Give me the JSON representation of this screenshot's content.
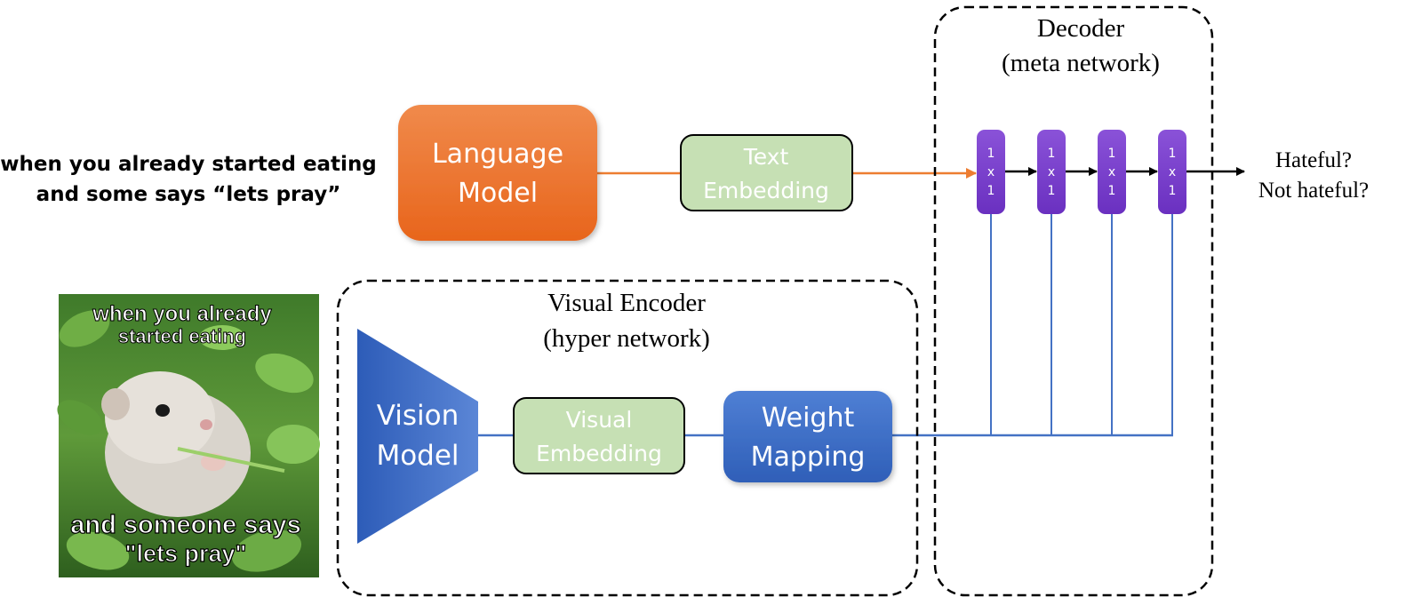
{
  "caption": {
    "line1": "when you already started eating",
    "line2": "and some says “lets pray”"
  },
  "language_model": {
    "line1": "Language",
    "line2": "Model"
  },
  "text_embedding": {
    "line1": "Text",
    "line2": "Embedding"
  },
  "decoder": {
    "title_line1": "Decoder",
    "title_line2": "(meta network)",
    "nodes": [
      {
        "r1": "1",
        "r2": "x",
        "r3": "1"
      },
      {
        "r1": "1",
        "r2": "x",
        "r3": "1"
      },
      {
        "r1": "1",
        "r2": "x",
        "r3": "1"
      },
      {
        "r1": "1",
        "r2": "x",
        "r3": "1"
      }
    ]
  },
  "output": {
    "line1": "Hateful?",
    "line2": "Not hateful?"
  },
  "visual_encoder": {
    "title_line1": "Visual Encoder",
    "title_line2": "(hyper network)"
  },
  "vision_model": {
    "line1": "Vision",
    "line2": "Model"
  },
  "visual_embedding": {
    "line1": "Visual",
    "line2": "Embedding"
  },
  "weight_mapping": {
    "line1": "Weight",
    "line2": "Mapping"
  },
  "meme_image": {
    "top_line1": "when you already",
    "top_line2": "started eating",
    "bottom_line1": "and someone says",
    "bottom_line2": "\"lets pray\""
  },
  "colors": {
    "orange": "#ec7426",
    "green_fill": "#c6e0b4",
    "blue": "#3f6fc6",
    "purple": "#7a3fd0",
    "line_blue": "#4472c4",
    "arrow_orange": "#ed7d31"
  }
}
